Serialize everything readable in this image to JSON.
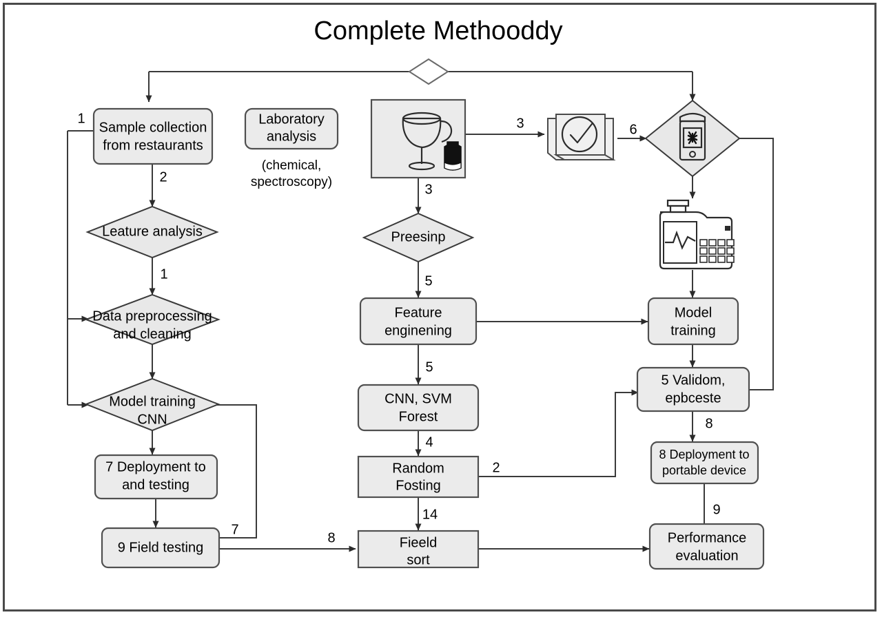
{
  "diagram": {
    "title": "Complete Methooddy",
    "type": "flowchart",
    "nodes": {
      "sample_collection": "Sample collection\nfrom restaurants",
      "sample_collection_l1": "Sample collection",
      "sample_collection_l2": "from restaurants",
      "leature_analysis": "Leature analysis",
      "data_preprocessing_l1": "Data preprocessing",
      "data_preprocessing_l2": "and cleaning",
      "model_training_cnn_l1": "Model training",
      "model_training_cnn_l2": "CNN",
      "deployment_testing_l1": "7 Deployment to",
      "deployment_testing_l2": "and testing",
      "field_testing": "9 Field testing",
      "laboratory_analysis_l1": "Laboratory",
      "laboratory_analysis_l2": "analysis",
      "laboratory_caption_l1": "(chemical,",
      "laboratory_caption_l2": "spectroscopy)",
      "preesinp": "Preesinp",
      "feature_engineering_l1": "Feature",
      "feature_engineering_l2": "enginening",
      "cnn_svm_l1": "CNN, SVM",
      "cnn_svm_l2": "Forest",
      "random_fosting_l1": "Random",
      "random_fosting_l2": "Fosting",
      "fieeld_sort_l1": "Fieeld",
      "fieeld_sort_l2": "sort",
      "model_training_l1": "Model",
      "model_training_l2": "training",
      "validom_l1": "5 Validom,",
      "validom_l2": "epbceste",
      "deployment_portable_l1": "8 Deployment to",
      "deployment_portable_l2": "portable device",
      "performance_eval_l1": "Performance",
      "performance_eval_l2": "evaluation"
    },
    "icons": {
      "glass_bottle": "wine-glass-and-bottle-icon",
      "check_box": "checked-package-icon",
      "phone_device": "handheld-device-icon",
      "spectrometer": "spectrometer-analyzer-icon"
    },
    "edge_labels": {
      "e_left_in": "1",
      "e_sample_to_leature": "2",
      "e_leature_to_prep": "1",
      "e_glass_to_check": "3",
      "e_check_to_phone": "6",
      "e_glass_down": "3",
      "e_preesinp_to_feature": "5",
      "e_feature_to_cnn": "5",
      "e_cnn_to_random": "4",
      "e_random_to_fieeld": "14",
      "e_random_right": "2",
      "e_fieldtest_up": "7",
      "e_fieldtest_to_fieeld": "8",
      "e_validom_to_deploy": "8",
      "e_deploy_to_perf": "9"
    },
    "colors": {
      "shape_fill": "#ebebeb",
      "shape_stroke": "#4f4f4f",
      "diamond_fill": "#e8e8e8",
      "connector": "#3a3a3a",
      "frame": "#4a4a4a",
      "background": "#ffffff"
    }
  }
}
